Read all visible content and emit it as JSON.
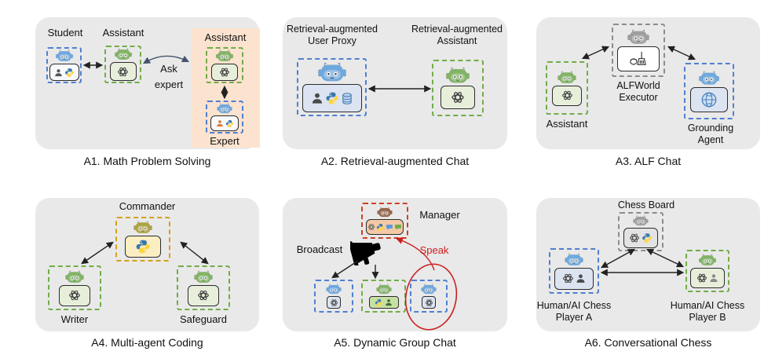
{
  "figure": "Six example applications built with a multi-agent conversation framework",
  "colors": {
    "panel_bg": "#e9e9e9",
    "orange_highlight": "#fbe3cf",
    "text": "#111111",
    "arrow": "#222222",
    "curve_arrow": "#44546a",
    "red_accent": "#cc1f1f",
    "blue_border": "#4f7fd0",
    "green_border": "#70ad47",
    "gray_border": "#8c8c8c",
    "red_border": "#cc4125",
    "gold_border": "#d3a117",
    "blue_robot": "#6fa8dc",
    "green_robot": "#82b366",
    "gray_robot": "#9e9e9e",
    "brown_robot": "#96634a",
    "olive_robot": "#aca344",
    "screen_green": "#e7efdb",
    "screen_blue": "#dce4f2",
    "screen_yellow": "#faeec2",
    "screen_peach": "#f5c9a6",
    "screen_gray": "#e3e3e3",
    "screen_white": "#f7f9fc",
    "screen_green2": "#c8dfa2"
  },
  "icons": {
    "robot": "robot-head",
    "openai_knot": "model-logo-knot",
    "python": "python-logo",
    "person": "person-silhouette",
    "database": "database-cylinder",
    "globe": "globe",
    "broom": "broom-and-bucket",
    "chat_bubble": "chat-bubble",
    "megaphone": "megaphone"
  },
  "panels": {
    "a1": {
      "caption": "A1. Math Problem Solving",
      "student": "Student",
      "assistant": "Assistant",
      "assistant_expert": "Assistant",
      "expert": "Expert",
      "ask_line1": "Ask",
      "ask_line2": "expert"
    },
    "a2": {
      "caption": "A2. Retrieval-augmented Chat",
      "user_proxy_line1": "Retrieval-augmented",
      "user_proxy_line2": "User Proxy",
      "assistant_line1": "Retrieval-augmented",
      "assistant_line2": "Assistant"
    },
    "a3": {
      "caption": "A3. ALF Chat",
      "executor_line1": "ALFWorld",
      "executor_line2": "Executor",
      "assistant": "Assistant",
      "grounding_line1": "Grounding",
      "grounding_line2": "Agent"
    },
    "a4": {
      "caption": "A4. Multi-agent Coding",
      "commander": "Commander",
      "writer": "Writer",
      "safeguard": "Safeguard"
    },
    "a5": {
      "caption": "A5. Dynamic Group Chat",
      "manager": "Manager",
      "broadcast": "Broadcast",
      "speak": "Speak"
    },
    "a6": {
      "caption": "A6. Conversational Chess",
      "chess_board": "Chess Board",
      "player_a_line1": "Human/AI Chess",
      "player_a_line2": "Player A",
      "player_b_line1": "Human/AI Chess",
      "player_b_line2": "Player B"
    }
  }
}
